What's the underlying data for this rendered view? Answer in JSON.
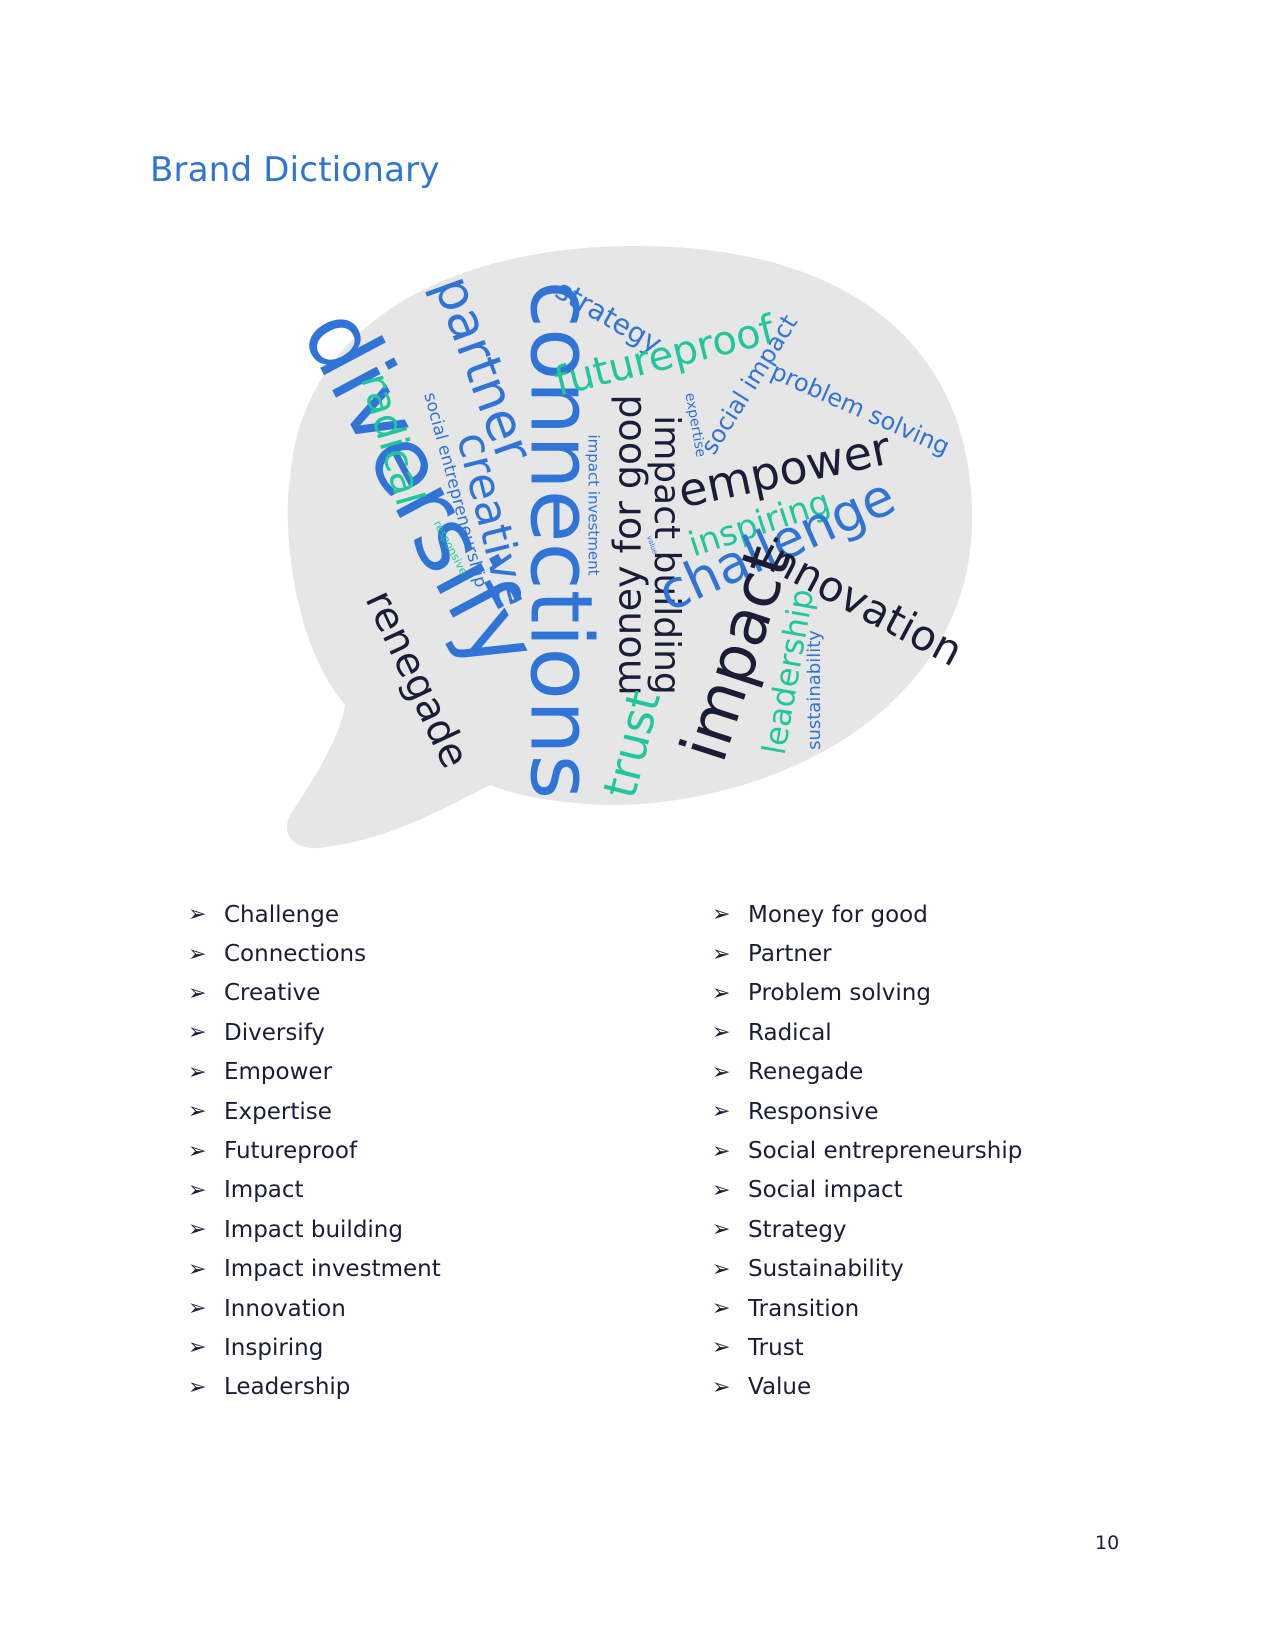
{
  "title": "Brand Dictionary",
  "colors": {
    "blue": "#2f74d6",
    "teal": "#1fc79b",
    "navy": "#1b1d36",
    "bubble": "#e6e6e6"
  },
  "word_cloud": [
    {
      "text": "diversify",
      "color": "blue"
    },
    {
      "text": "connections",
      "color": "blue"
    },
    {
      "text": "partner",
      "color": "blue"
    },
    {
      "text": "strategy",
      "color": "blue"
    },
    {
      "text": "futureproof",
      "color": "teal"
    },
    {
      "text": "social impact",
      "color": "blue"
    },
    {
      "text": "problem solving",
      "color": "blue"
    },
    {
      "text": "radical",
      "color": "teal"
    },
    {
      "text": "creative",
      "color": "blue"
    },
    {
      "text": "social entrepreneurship",
      "color": "blue"
    },
    {
      "text": "responsive",
      "color": "teal"
    },
    {
      "text": "impact investment",
      "color": "blue"
    },
    {
      "text": "money for good",
      "color": "navy"
    },
    {
      "text": "impact building",
      "color": "navy"
    },
    {
      "text": "expertise",
      "color": "blue"
    },
    {
      "text": "value",
      "color": "blue"
    },
    {
      "text": "empower",
      "color": "navy"
    },
    {
      "text": "inspiring",
      "color": "teal"
    },
    {
      "text": "challenge",
      "color": "blue"
    },
    {
      "text": "innovation",
      "color": "navy"
    },
    {
      "text": "impact",
      "color": "navy"
    },
    {
      "text": "leadership",
      "color": "teal"
    },
    {
      "text": "sustainability",
      "color": "blue"
    },
    {
      "text": "trust",
      "color": "teal"
    },
    {
      "text": "renegade",
      "color": "navy"
    }
  ],
  "bullet": "➢",
  "list_left": [
    "Challenge",
    "Connections",
    "Creative",
    "Diversify",
    "Empower",
    "Expertise",
    "Futureproof",
    "Impact",
    "Impact building",
    "Impact investment",
    "Innovation",
    "Inspiring",
    "Leadership"
  ],
  "list_right": [
    "Money for good",
    "Partner",
    "Problem solving",
    "Radical",
    "Renegade",
    "Responsive",
    "Social entrepreneurship",
    "Social impact",
    "Strategy",
    "Sustainability",
    "Transition",
    "Trust",
    "Value"
  ],
  "page_number": "10"
}
